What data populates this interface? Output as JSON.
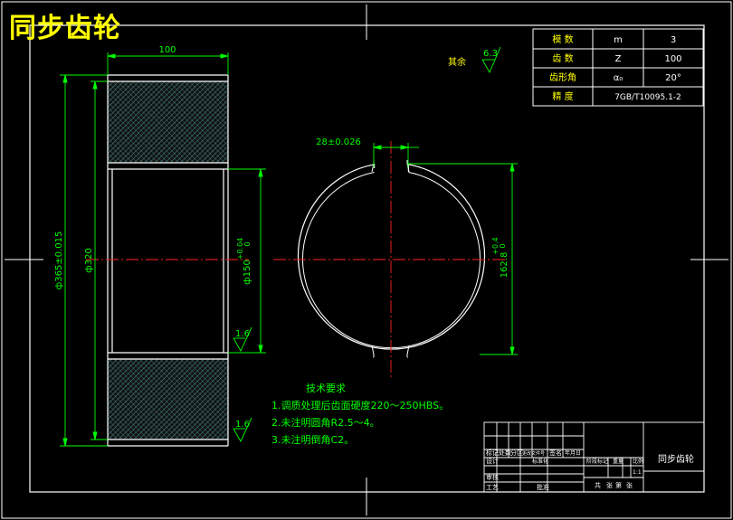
{
  "title": "同步齿轮",
  "dims": {
    "width": "100",
    "outer_dia": "ф365±0.015",
    "inner_dia": "ф320",
    "bore_dia": "ф150",
    "bore_tol_upper": "+0.04",
    "bore_tol_lower": "0",
    "keyway_width": "28±0.026",
    "keyway_depth": "162.8",
    "keyway_depth_tol_upper": "+0.4",
    "keyway_depth_tol_lower": "0"
  },
  "roughness": {
    "rest_label": "其余",
    "rest_value": "6.3",
    "bore_value": "1.6",
    "face_value": "1.6"
  },
  "params": {
    "rows": [
      {
        "name": "模 数",
        "symbol": "m",
        "value": "3"
      },
      {
        "name": "齿 数",
        "symbol": "Z",
        "value": "100"
      },
      {
        "name": "齿形角",
        "symbol": "α₀",
        "value": "20°"
      },
      {
        "name": "精 度",
        "value": "7GB/T10095.1-2"
      }
    ]
  },
  "notes": {
    "heading": "技术要求",
    "items": [
      "1.调质处理后齿面硬度220～250HBS。",
      "2.未注明圆角R2.5～4。",
      "3.未注明倒角C2。"
    ]
  },
  "title_block": {
    "part_name": "同步齿轮",
    "labels": [
      "标记",
      "处数",
      "分区",
      "更改文件号",
      "签名",
      "年月日",
      "设计",
      "标准化",
      "阶段标记",
      "重量",
      "比例",
      "审核",
      "工艺",
      "批准",
      "共",
      "张",
      "第",
      "张"
    ],
    "scale": "1:1"
  }
}
